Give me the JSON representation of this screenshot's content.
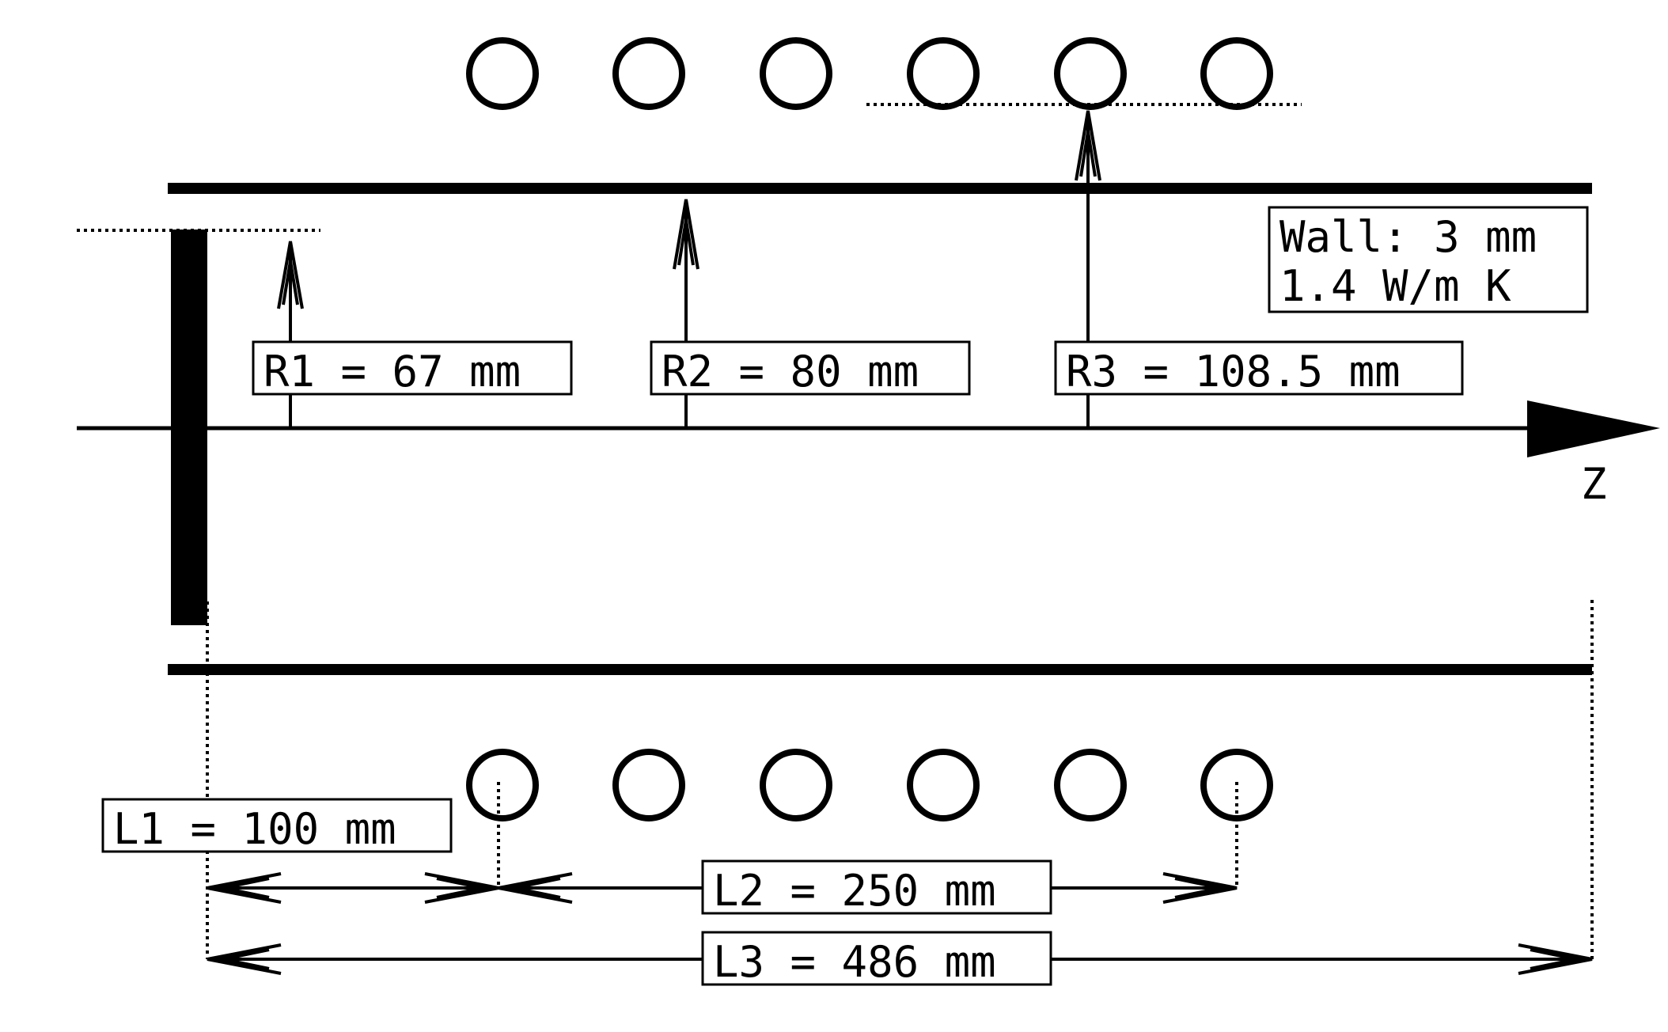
{
  "labels": {
    "r1": "R1 = 67 mm",
    "r2": "R2 = 80 mm",
    "r3": "R3 = 108.5 mm",
    "wall_line1": "Wall: 3 mm",
    "wall_line2": "1.4 W/m K",
    "axis": "Z",
    "l1": "L1 = 100 mm",
    "l2": "L2 = 250 mm",
    "l3": "L3 = 486 mm"
  },
  "colors": {
    "ink": "#000000",
    "background": "#ffffff"
  }
}
